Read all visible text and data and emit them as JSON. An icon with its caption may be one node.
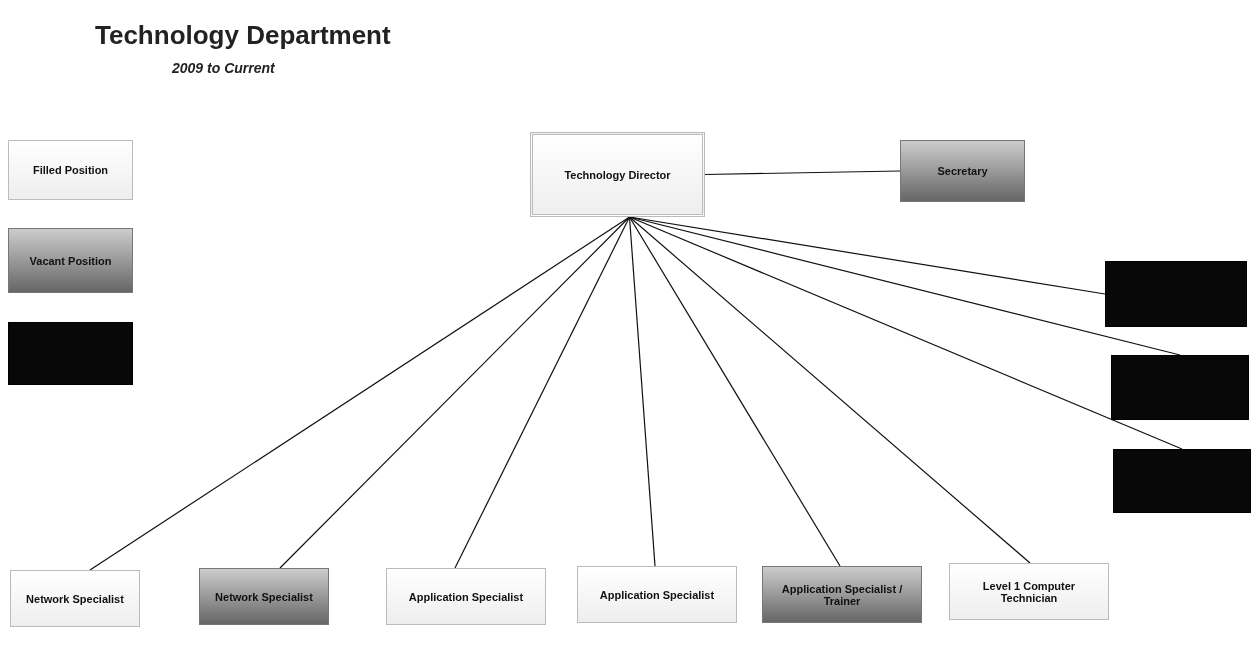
{
  "diagram": {
    "title": "Technology Department",
    "caption": "2009 to Current",
    "nodes": [
      {
        "text": [
          "Filled Position"
        ]
      },
      {
        "text": [
          "Vacant Position"
        ]
      },
      {
        "text": [],
        "shape": "box"
      },
      {
        "text": [
          "Technology Director"
        ]
      },
      {
        "text": [
          "Secretary"
        ]
      },
      {
        "text": [],
        "shape": "box"
      },
      {
        "text": [],
        "shape": "box"
      },
      {
        "text": [],
        "shape": "box"
      },
      {
        "text": [
          "Network Specialist"
        ]
      },
      {
        "text": [
          "Network Specialist"
        ]
      },
      {
        "text": [
          "Application Specialist"
        ]
      },
      {
        "text": [
          "Application Specialist"
        ]
      },
      {
        "text": [
          "Application Specialist / Trainer"
        ]
      },
      {
        "text": [
          "Level 1 Computer Technician"
        ]
      }
    ],
    "edges": [
      {
        "from": 3,
        "to": 4,
        "arrow": "none"
      },
      {
        "from": 3,
        "to": 5,
        "arrow": "none"
      },
      {
        "from": 3,
        "to": 6,
        "arrow": "none"
      },
      {
        "from": 3,
        "to": 7,
        "arrow": "none"
      },
      {
        "from": 3,
        "to": 8,
        "arrow": "none"
      },
      {
        "from": 3,
        "to": 9,
        "arrow": "none"
      },
      {
        "from": 3,
        "to": 10,
        "arrow": "none"
      },
      {
        "from": 3,
        "to": 11,
        "arrow": "none"
      },
      {
        "from": 3,
        "to": 12,
        "arrow": "none"
      },
      {
        "from": 3,
        "to": 13,
        "arrow": "none"
      }
    ]
  }
}
